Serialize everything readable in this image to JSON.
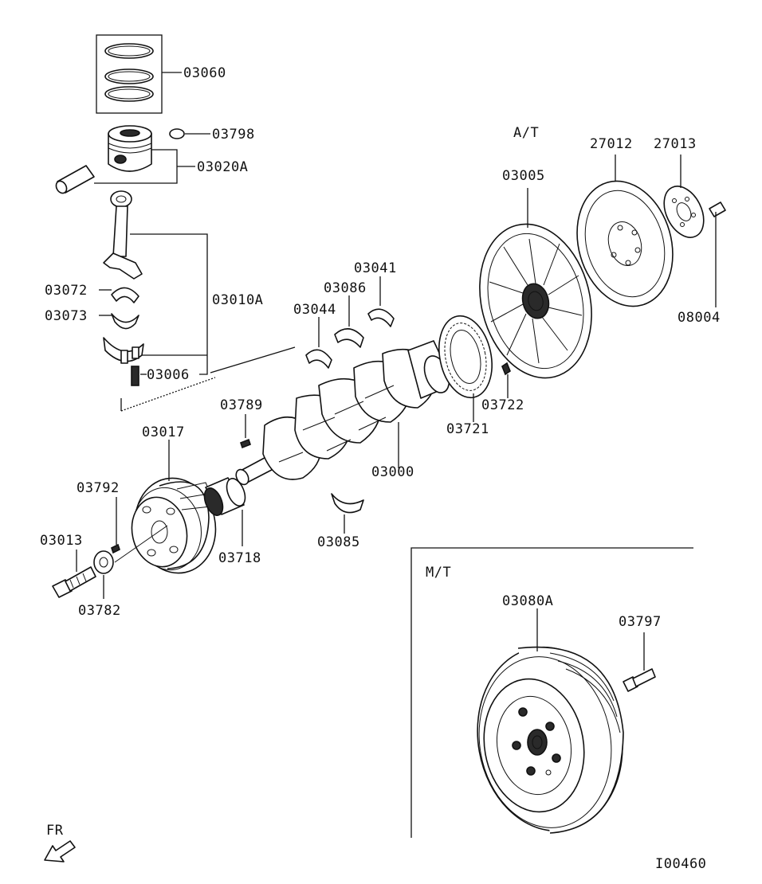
{
  "variants": {
    "at": "A/T",
    "mt": "M/T"
  },
  "direction_label": "FR",
  "figure_code": "I00460",
  "part_labels": {
    "p03060": "03060",
    "p03798": "03798",
    "p03020A": "03020A",
    "p03010A": "03010A",
    "p03072": "03072",
    "p03073": "03073",
    "p03006": "03006",
    "p03041": "03041",
    "p03086": "03086",
    "p03044": "03044",
    "p03789": "03789",
    "p03017": "03017",
    "p03792": "03792",
    "p03013": "03013",
    "p03782": "03782",
    "p03718": "03718",
    "p03000": "03000",
    "p03085": "03085",
    "p03721": "03721",
    "p03722": "03722",
    "p03005": "03005",
    "p27012": "27012",
    "p27013": "27013",
    "p08004": "08004",
    "p03080A": "03080A",
    "p03797": "03797"
  },
  "icon_names": {
    "arrow": "front-direction-arrow-icon"
  }
}
